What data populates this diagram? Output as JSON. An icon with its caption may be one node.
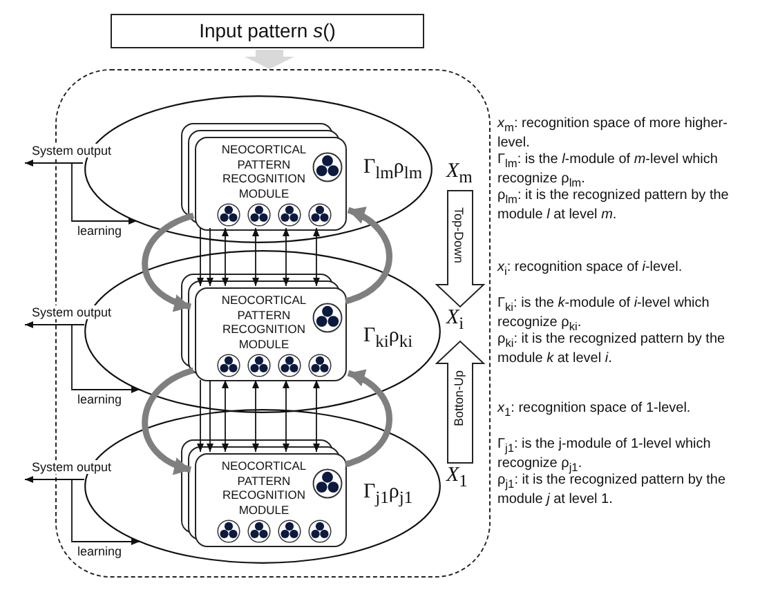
{
  "diagram": {
    "nodes": [
      {
        "text": [
          "Input pattern *s*()"
        ]
      },
      {
        "text": [],
        "shape": "box"
      },
      {
        "text": [
          "Γ$_{lm}$ρ$_{lm}$"
        ],
        "in": 1
      },
      {
        "text": [
          "NEOCORTICAL PATTERN RECOGNITION MODULE"
        ],
        "in": 2
      },
      {
        "text": [
          "Γ$_{ki}$ρ$_{ki}$"
        ],
        "in": 1
      },
      {
        "text": [
          "NEOCORTICAL PATTERN RECOGNITION MODULE"
        ],
        "in": 4
      },
      {
        "text": [
          "Γ$_{j1}$ρ$_{j1}$"
        ],
        "in": 1
      },
      {
        "text": [
          "NEOCORTICAL PATTERN RECOGNITION MODULE"
        ],
        "in": 6
      }
    ],
    "edges": [
      {
        "from": 0,
        "to": 1,
        "arrow": "to",
        "style": "thick",
        "color": "#d9d9d9"
      },
      {
        "from": 2,
        "to": null,
        "arrow": "to",
        "label": "System output"
      },
      {
        "from": null,
        "to": 2,
        "arrow": "to",
        "label": "learning"
      },
      {
        "from": 4,
        "to": null,
        "arrow": "to",
        "label": "System output"
      },
      {
        "from": null,
        "to": 4,
        "arrow": "to",
        "label": "learning"
      },
      {
        "from": 6,
        "to": null,
        "arrow": "to",
        "label": "System output"
      },
      {
        "from": null,
        "to": 6,
        "arrow": "to",
        "label": "learning"
      },
      {
        "from": 3,
        "to": 5,
        "arrow": "to",
        "style": "thick",
        "color": "#7f7f7f"
      },
      {
        "from": 5,
        "to": 3,
        "arrow": "to",
        "style": "thick",
        "color": "#7f7f7f"
      },
      {
        "from": 5,
        "to": 7,
        "arrow": "to",
        "style": "thick",
        "color": "#7f7f7f"
      },
      {
        "from": 7,
        "to": 5,
        "arrow": "to",
        "style": "thick",
        "color": "#7f7f7f"
      },
      {
        "from": 3,
        "to": 5,
        "arrow": "both"
      },
      {
        "from": 3,
        "to": 5,
        "arrow": "both"
      },
      {
        "from": 3,
        "to": 5,
        "arrow": "both"
      },
      {
        "from": 3,
        "to": 5,
        "arrow": "both"
      },
      {
        "from": 3,
        "to": 5,
        "arrow": "to"
      },
      {
        "from": 3,
        "to": 5,
        "arrow": "to"
      },
      {
        "from": 5,
        "to": 7,
        "arrow": "both"
      },
      {
        "from": 5,
        "to": 7,
        "arrow": "both"
      },
      {
        "from": 5,
        "to": 7,
        "arrow": "both"
      },
      {
        "from": 5,
        "to": 7,
        "arrow": "both"
      },
      {
        "from": 5,
        "to": 7,
        "arrow": "to"
      },
      {
        "from": 5,
        "to": 7,
        "arrow": "to"
      }
    ],
    "labels": [
      "*X*$_{m}$",
      "Top-Down",
      "*X*$_{i}$",
      "Botton-Up",
      "*X*$_{1}$",
      "*x*$_{m}$: recognition space of more higher-level.",
      "Γ$_{lm}$: is the *l*-module of *m*-level which recognize ρ$_{lm}$.",
      "ρ$_{lm}$: it is the recognized pattern by the module *l* at level *m*.",
      "*x*$_{i}$: recognition space of *i*-level.",
      "Γ$_{ki}$: is the *k*-module of *i*-level which recognize ρ$_{ki}$.",
      "ρ$_{ki}$: it is the recognized pattern by the module *k* at level *i*.",
      "*x*$_{1}$: recognition space of 1-level.",
      "Γ$_{j1}$: is the j-module of 1-level which recognize ρ$_{j1}$.",
      "ρ$_{j1}$: it is the recognized pattern by the module *j* at level 1."
    ]
  }
}
